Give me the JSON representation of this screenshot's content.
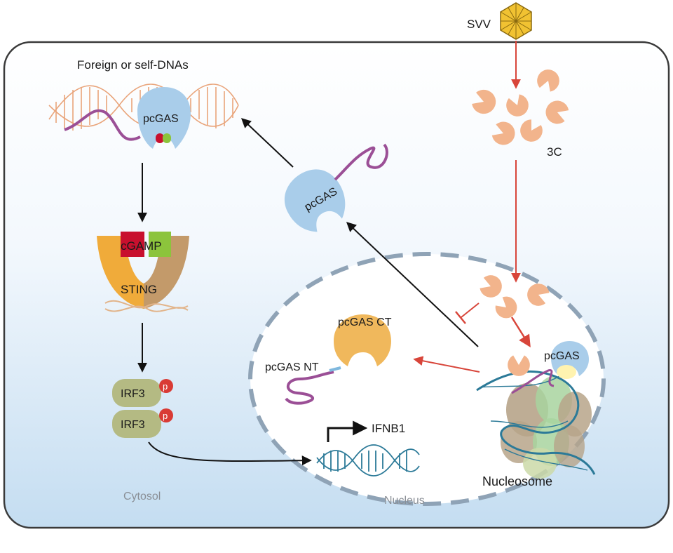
{
  "labels": {
    "svv": "SVV",
    "protease_3c": "3C",
    "foreign_dna": "Foreign or self-DNAs",
    "pcgas_top": "pcGAS",
    "pcgas_mid": "pcGAS",
    "pcgas_nucleosome": "pcGAS",
    "pcgas_ct": "pcGAS CT",
    "pcgas_nt": "pcGAS NT",
    "cgamp": "cGAMP",
    "sting": "STING",
    "irf3_a": "IRF3",
    "irf3_b": "IRF3",
    "phospho_a": "p",
    "phospho_b": "p",
    "ifnb1": "IFNB1",
    "nucleosome": "Nucleosome",
    "cytosol": "Cytosol",
    "nucleus": "Nucleus"
  },
  "icons": {
    "virus": "svv-virus-icon",
    "protease": "3c-protease-icon",
    "dna": "dna-helix-icon",
    "enzyme": "pcgas-enzyme-icon",
    "sting": "sting-dimer-icon",
    "nucleosome": "nucleosome-icon"
  },
  "colors": {
    "pcgas_blue": "#a9cdea",
    "protease_orange": "#f2b48c",
    "ct_orange": "#f0b85c",
    "dna_orange": "#e9a47a",
    "dna_teal": "#2c7a98",
    "linker_purple": "#9b4f96",
    "cgamp_red": "#c8102e",
    "cgamp_green": "#8cc43c",
    "sting_left": "#f0ab3a",
    "sting_right": "#c39a6a",
    "irf3_green": "#b4ba83",
    "phospho_red": "#d93b35",
    "arrow_red": "#d8453a",
    "arrow_black": "#111111",
    "nucleus_border": "#8fa3b6",
    "cell_border": "#3a3a3a"
  }
}
